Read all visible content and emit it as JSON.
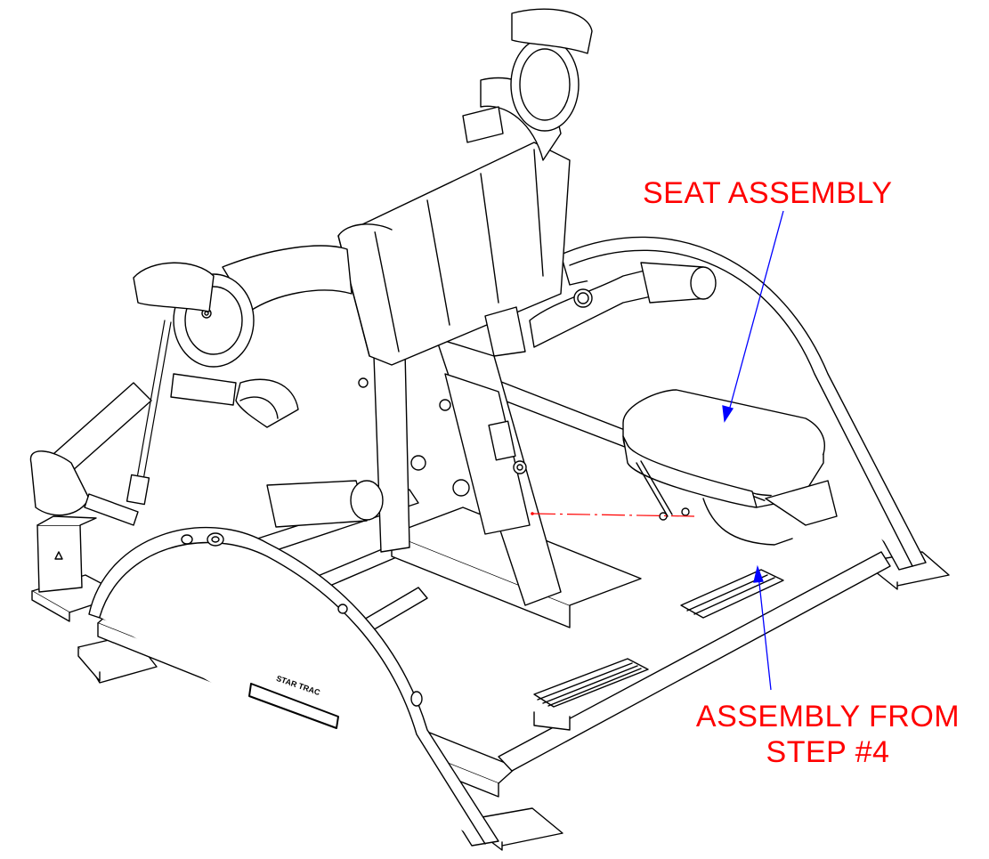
{
  "labels": {
    "seat_assembly": "SEAT ASSEMBLY",
    "step_assembly_line1": "ASSEMBLY FROM",
    "step_assembly_line2": "STEP #4"
  },
  "brand": {
    "logo_text": "STAR TRAC"
  },
  "colors": {
    "label_text": "#ff0000",
    "leader_line": "#0000ff",
    "drawing_line": "#000000",
    "center_line": "#ff0000",
    "background": "#ffffff"
  }
}
